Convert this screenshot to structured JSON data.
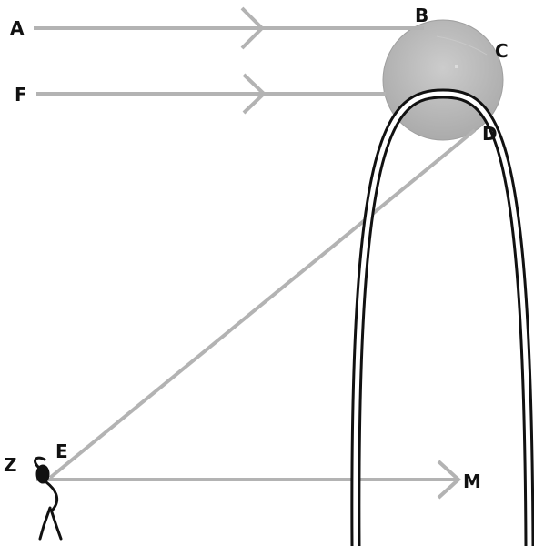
{
  "labels": {
    "A": "A",
    "B": "B",
    "C": "C",
    "D": "D",
    "E": "E",
    "F": "F",
    "M": "M",
    "Z": "Z"
  },
  "colors": {
    "ray": "#b3b3b3",
    "sphere": "#b9b9b9",
    "sphere_edge": "#999999",
    "arc": "#111111",
    "arc_gap": "#ffffff",
    "figure": "#111111",
    "label": "#111111"
  }
}
